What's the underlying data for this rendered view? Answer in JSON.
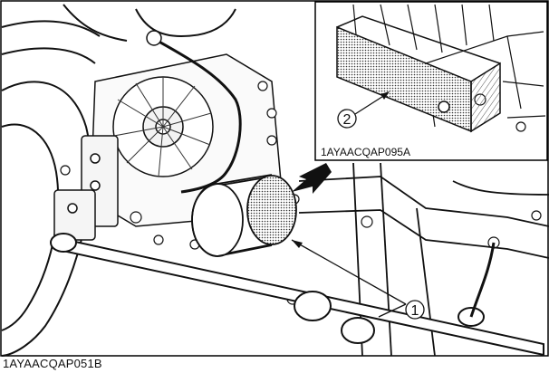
{
  "figure": {
    "main_code": "1AYAACQAP051B",
    "inset_code": "1AYAACQAP095A",
    "callout_1": "①",
    "callout_2": "②"
  }
}
